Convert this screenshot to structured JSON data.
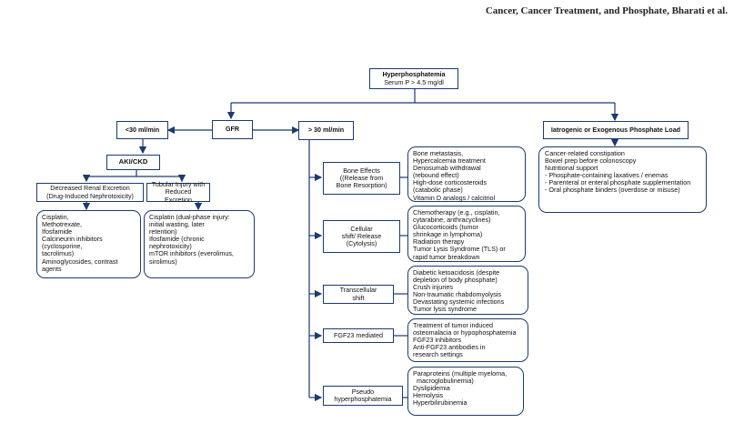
{
  "header": "Cancer, Cancer Treatment, and Phosphate, Bharati et al.",
  "root": {
    "title": "Hyperphosphatemia",
    "subtitle": "Serum P > 4.5 mg/dl"
  },
  "gfr": "GFR",
  "lt30": "<30 ml/min",
  "gt30": "> 30 ml/min",
  "iatrogenic": {
    "label": "Iatrogenic or Exogenous Phosphate Load",
    "items": [
      "Cancer-related constipation",
      "Bowel prep before colonoscopy",
      "Nutritional support",
      "- Phosphate-containing laxatives / enemas",
      "- Parenteral or enteral phosphate supplementation",
      "- Oral phosphate binders (overdose or misuse)"
    ]
  },
  "aki": "AKI/CKD",
  "renal_excretion": "Decreased Renal Excretion (Drug-Induced Nephrotoxicity)",
  "tubular": "Tubular Injury with Reduced Excretion",
  "renal_drugs": [
    "Cisplatin,",
    "Methotrexate,",
    "Ifosfamide",
    "Calcineurin inhibitors",
    "(cyclosporine,",
    "tacrolimus)",
    "Aminoglycosides, contrast",
    "agents"
  ],
  "tubular_drugs": [
    "Cisplatin (dual-phase injury:",
    "initial wasting, later",
    "retention)",
    "Ifosfamide (chronic",
    "nephrotoxicity)",
    "mTOR inhibitors (everolimus,",
    "sirolimus)"
  ],
  "branches": [
    {
      "label": [
        "Bone Effects",
        "((Release from",
        "Bone Resorption)"
      ],
      "items": [
        "Bone metastasis,",
        "Hypercalcemia treatment",
        "Denosumab withdrawal",
        "(rebound effect)",
        "High-dose corticosteroids",
        "(catabolic phase)",
        "Vitamin D analogs / calcitriol"
      ]
    },
    {
      "label": [
        "Cellular",
        "shift/ Release",
        "(Cytolysis)"
      ],
      "items": [
        "Chemotherapy (e.g., cisplatin,",
        "cytarabine, anthracyclines)",
        "Glucocorticoids (tumor",
        "shrinkage in lymphoma)",
        "Radiation therapy",
        "Tumor Lysis Syndrome (TLS) or",
        "rapid tumor breakdown"
      ]
    },
    {
      "label": [
        "Transcellular",
        "shift"
      ],
      "items": [
        "Diabetic ketoacidosis (despite",
        "depletion of body phosphate)",
        "Crush injuries",
        "Non-traumatic rhabdomyolysis",
        "Devastating systemic infections",
        "Tumor lysis syndrome"
      ]
    },
    {
      "label": [
        "FGF23 mediated"
      ],
      "items": [
        "Treatment of tumor induced",
        "osteomalacia or hypophosphatemia",
        "FGF23 inhibitors",
        "Anti-FGF23 antibodies in",
        "research settings"
      ]
    },
    {
      "label": [
        "Pseudo",
        "hyperphosphatemia"
      ],
      "items": [
        "Paraproteins (multiple myeloma,",
        "  macroglobulinemia)",
        "Dyslipidemia",
        "Hemolysis",
        "Hyperbilirubinemia"
      ]
    }
  ]
}
